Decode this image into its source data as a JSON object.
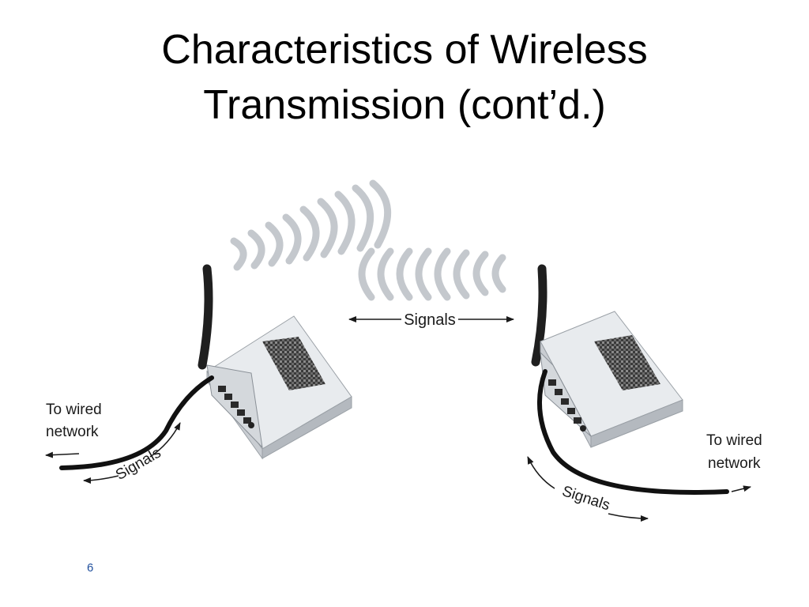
{
  "slide": {
    "title_line1": "Characteristics of Wireless",
    "title_line2": "Transmission (cont’d.)",
    "page_number": "6"
  },
  "diagram": {
    "signals_center_label": "Signals",
    "left_cable_label": "Signals",
    "right_cable_label": "Signals",
    "left_network_line1": "To wired",
    "left_network_line2": "network",
    "right_network_line1": "To wired",
    "right_network_line2": "network",
    "colors": {
      "wave": "#c4c8cd",
      "device_top": "#e9ecef",
      "device_side": "#b9bec4",
      "antenna": "#1f1f1f",
      "cable": "#111111"
    }
  }
}
